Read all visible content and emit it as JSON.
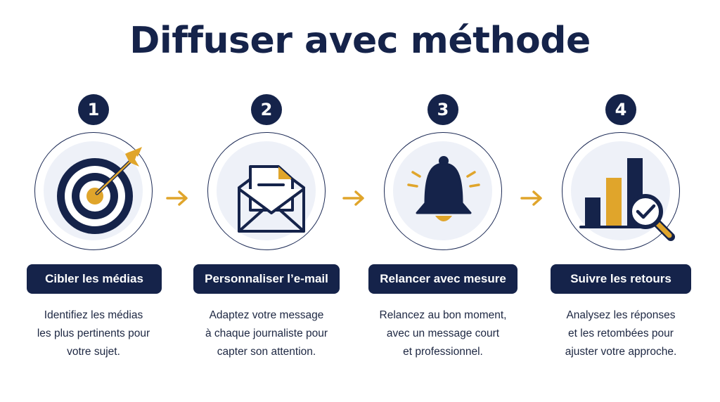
{
  "title": "Diffuser avec méthode",
  "colors": {
    "navy": "#15234a",
    "gold": "#e0a52b",
    "light_bg": "#eef1f8"
  },
  "steps": [
    {
      "number": "1",
      "icon": "target-arrow-icon",
      "label": "Cibler les médias",
      "description": [
        "Identifiez les médias",
        "les plus pertinents pour",
        "votre sujet."
      ]
    },
    {
      "number": "2",
      "icon": "envelope-letter-icon",
      "label": "Personnaliser l’e-mail",
      "description": [
        "Adaptez votre message",
        "à chaque journaliste pour",
        "capter son attention."
      ]
    },
    {
      "number": "3",
      "icon": "bell-icon",
      "label": "Relancer avec mesure",
      "description": [
        "Relancez au bon moment,",
        "avec un message court",
        "et professionnel."
      ]
    },
    {
      "number": "4",
      "icon": "bar-chart-magnifier-icon",
      "label": "Suivre les retours",
      "description": [
        "Analysez les réponses",
        "et les retombées pour",
        "ajuster votre approche."
      ]
    }
  ]
}
